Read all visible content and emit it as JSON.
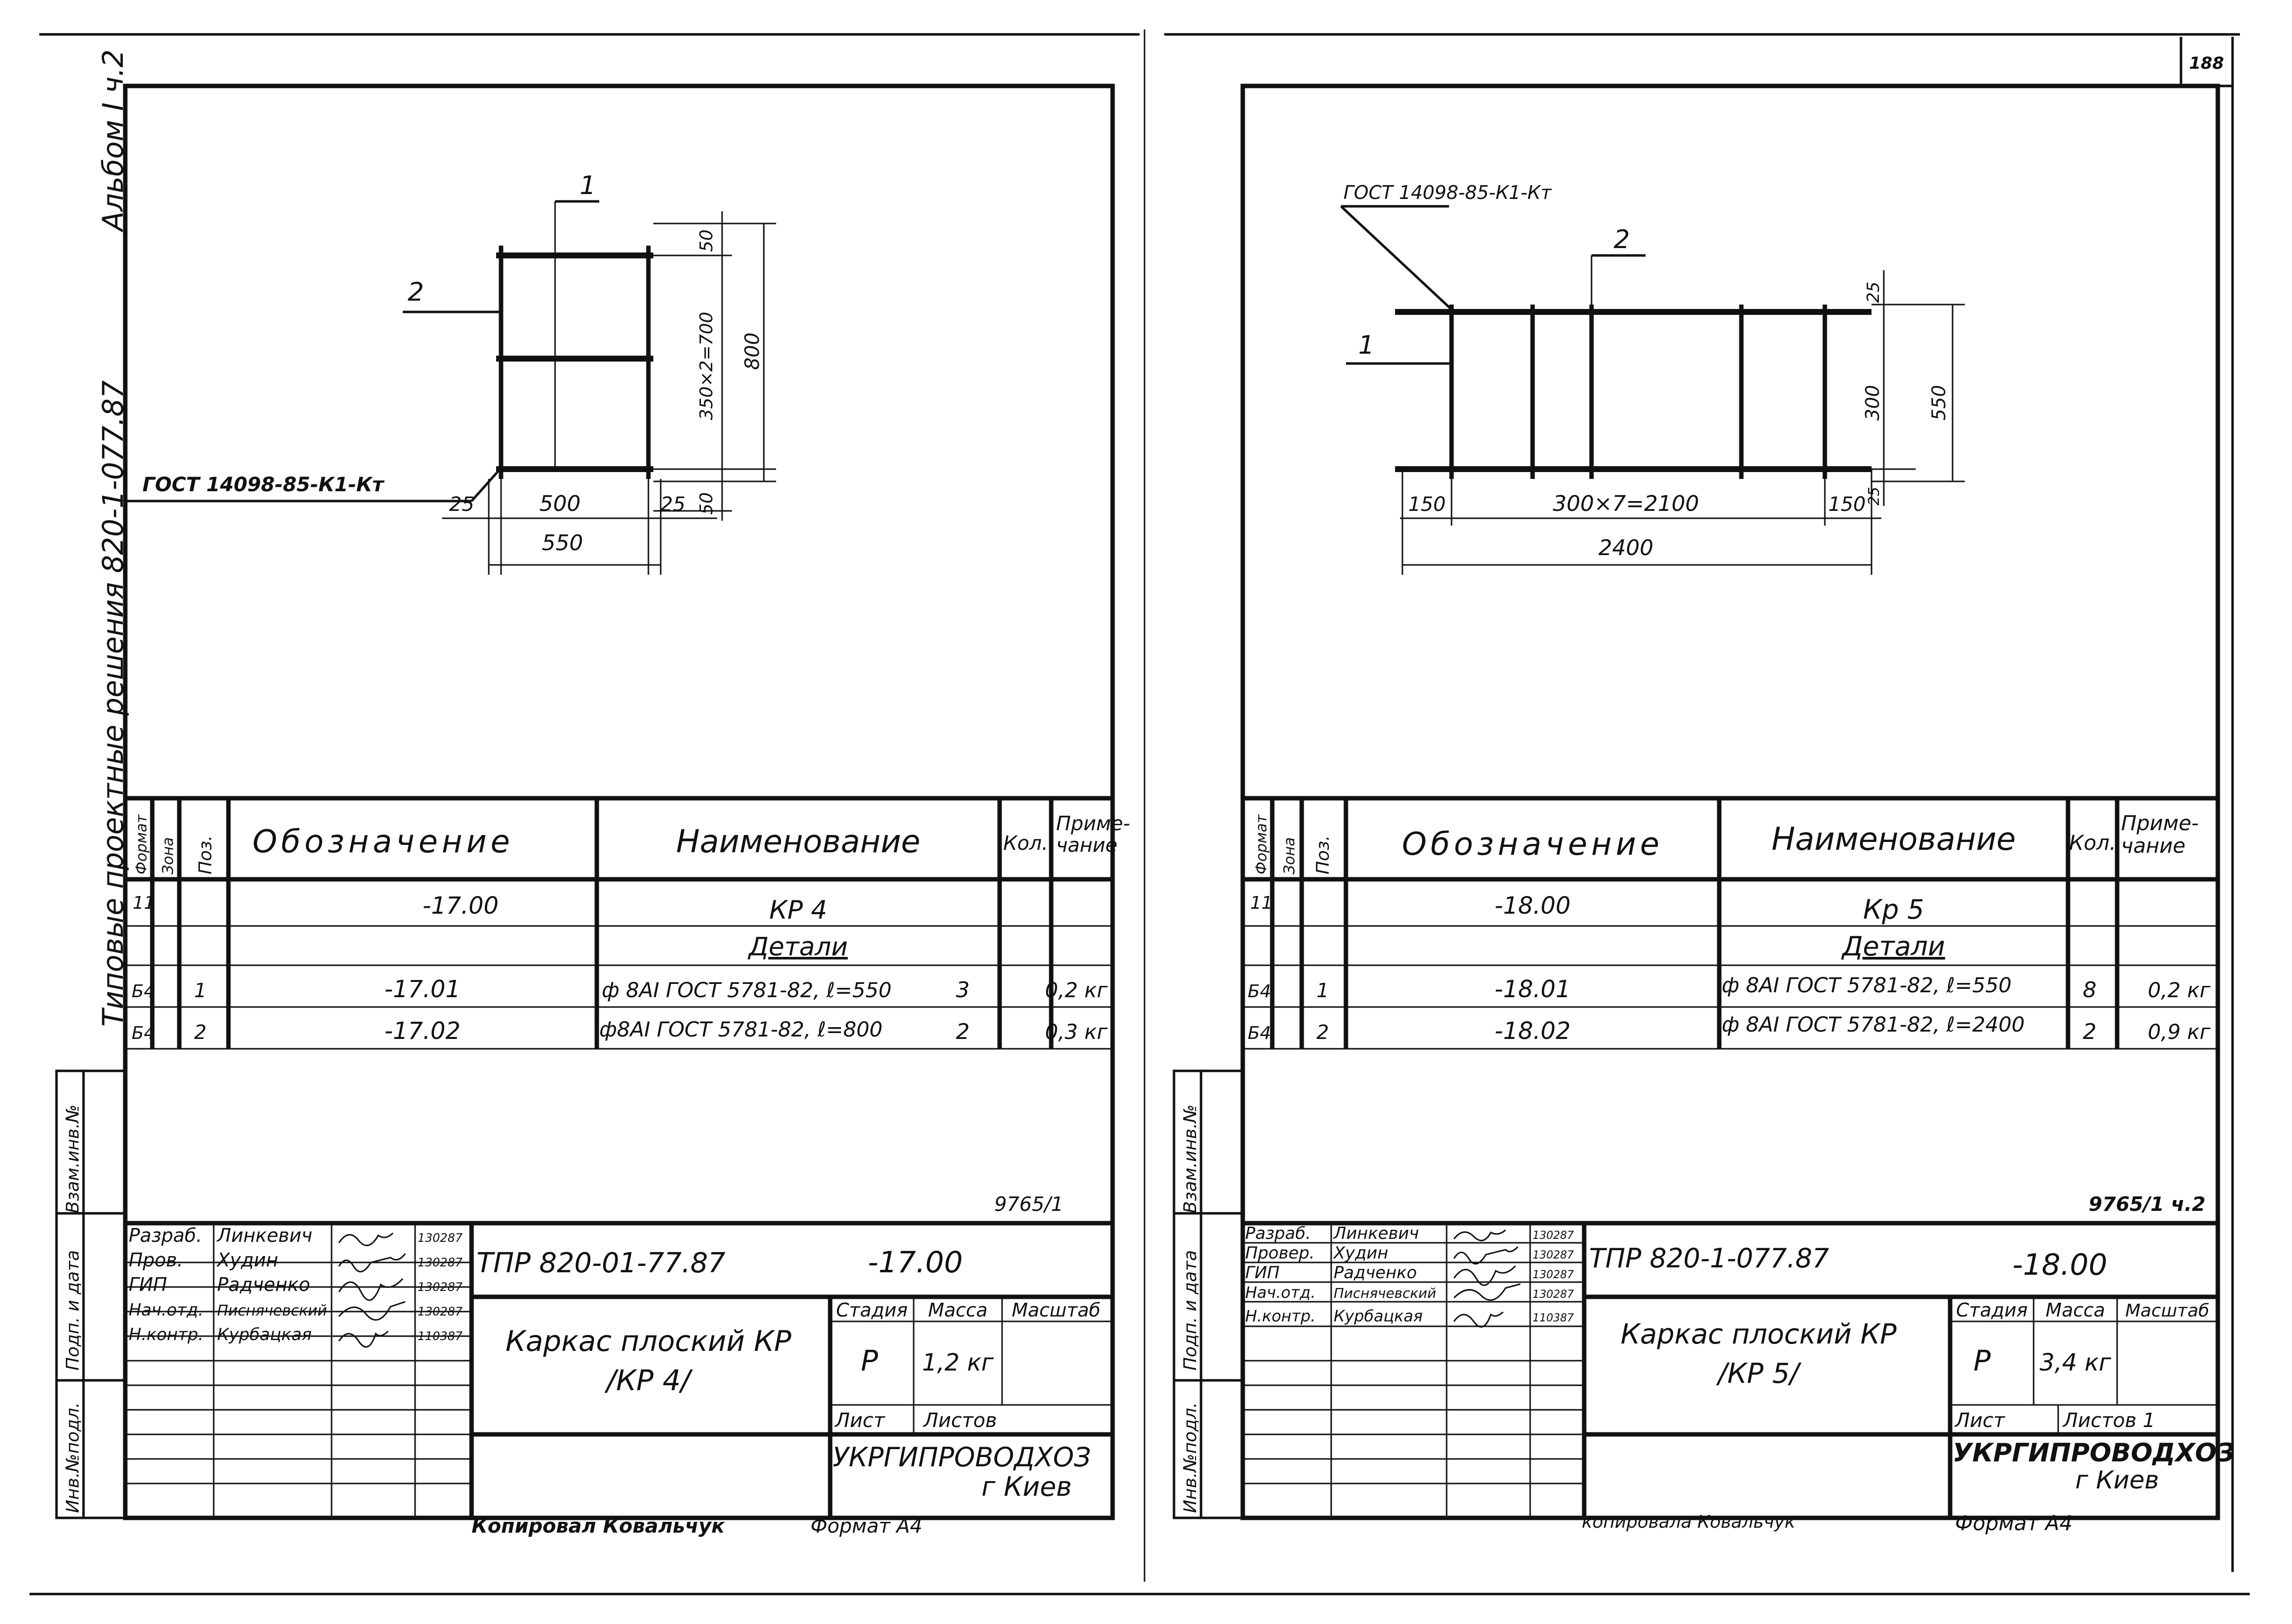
{
  "page_number": "188",
  "margin_texts": {
    "album": "Альбом I ч.2",
    "series": "Типовые проектные решения 820-1-077.87",
    "stamp_vzam": "Взам.инв.№",
    "stamp_podp": "Подп. и дата",
    "stamp_inv": "Инв.№подл."
  },
  "sheets": [
    {
      "drawing": {
        "gost": "ГОСТ 14098-85-К1-Кт",
        "pos1": "1",
        "pos2": "2",
        "dims": [
          "50",
          "350×2=700",
          "800",
          "25",
          "500",
          "25",
          "50",
          "550"
        ]
      },
      "table": {
        "headers": [
          "Формат",
          "Зона",
          "Поз.",
          "Обозначение",
          "Наименование",
          "Кол.",
          "Приме-\nчание"
        ],
        "rows": [
          [
            "11",
            "",
            "",
            "-17.00",
            "КР 4",
            "",
            ""
          ],
          [
            "",
            "",
            "",
            "",
            "Детали",
            "",
            ""
          ],
          [
            "Б4",
            "",
            "1",
            "-17.01",
            "ф 8АI ГОСТ 5781-82, ℓ=550",
            "3",
            "0,2 кг"
          ],
          [
            "Б4",
            "",
            "2",
            "-17.02",
            "ф8АI ГОСТ 5781-82, ℓ=800",
            "2",
            "0,3 кг"
          ]
        ]
      },
      "ref": "9765/1",
      "title_block": {
        "roles": [
          "Разраб.",
          "Пров.",
          "ГИП",
          "Нач.отд.",
          "Н.контр."
        ],
        "names": [
          "Линкевич",
          "Худин",
          "Радченко",
          "Писнячевский",
          "Курбацкая"
        ],
        "dates": [
          "130287",
          "130287",
          "130287",
          "130287",
          "110387"
        ],
        "code": "ТПР 820-01-77.87",
        "mark": "-17.00",
        "name_line1": "Каркас плоский КР",
        "name_line2": "/КР 4/",
        "stage_label": "Стадия",
        "mass_label": "Масса",
        "scale_label": "Масштаб",
        "stage": "Р",
        "mass": "1,2 кг",
        "sheet_label": "Лист",
        "sheets_label": "Листов",
        "org_line1": "УКРГИПРОВОДХОЗ",
        "org_line2": "г Киев",
        "copied": "Копировал Ковальчук",
        "format": "Формат А4"
      }
    },
    {
      "drawing": {
        "gost": "ГОСТ 14098-85-К1-Кт",
        "pos1": "1",
        "pos2": "2",
        "dims": [
          "25",
          "300",
          "550",
          "150",
          "300×7=2100",
          "150",
          "25",
          "2400"
        ]
      },
      "table": {
        "headers": [
          "Формат",
          "Зона",
          "Поз.",
          "Обозначение",
          "Наименование",
          "Кол.",
          "Приме-\nчание"
        ],
        "rows": [
          [
            "11",
            "",
            "",
            "-18.00",
            "Кр 5",
            "",
            ""
          ],
          [
            "",
            "",
            "",
            "",
            "Детали",
            "",
            ""
          ],
          [
            "Б4",
            "",
            "1",
            "-18.01",
            "ф 8АI ГОСТ 5781-82, ℓ=550",
            "8",
            "0,2 кг"
          ],
          [
            "Б4",
            "",
            "2",
            "-18.02",
            "ф 8АI ГОСТ 5781-82, ℓ=2400",
            "2",
            "0,9 кг"
          ]
        ]
      },
      "ref": "9765/1 ч.2",
      "title_block": {
        "roles": [
          "Разраб.",
          "Провер.",
          "ГИП",
          "Нач.отд.",
          "Н.контр."
        ],
        "names": [
          "Линкевич",
          "Худин",
          "Радченко",
          "Писнячевский",
          "Курбацкая"
        ],
        "dates": [
          "130287",
          "130287",
          "130287",
          "130287",
          "110387"
        ],
        "code": "ТПР 820-1-077.87",
        "mark": "-18.00",
        "name_line1": "Каркас плоский КР",
        "name_line2": "/КР 5/",
        "stage_label": "Стадия",
        "mass_label": "Масса",
        "scale_label": "Масштаб",
        "stage": "Р",
        "mass": "3,4 кг",
        "sheet_label": "Лист",
        "sheets_label": "Листов 1",
        "org_line1": "УКРГИПРОВОДХОЗ",
        "org_line2": "г Киев",
        "copied": "копировала Ковальчук",
        "format": "Формат А4"
      }
    }
  ]
}
